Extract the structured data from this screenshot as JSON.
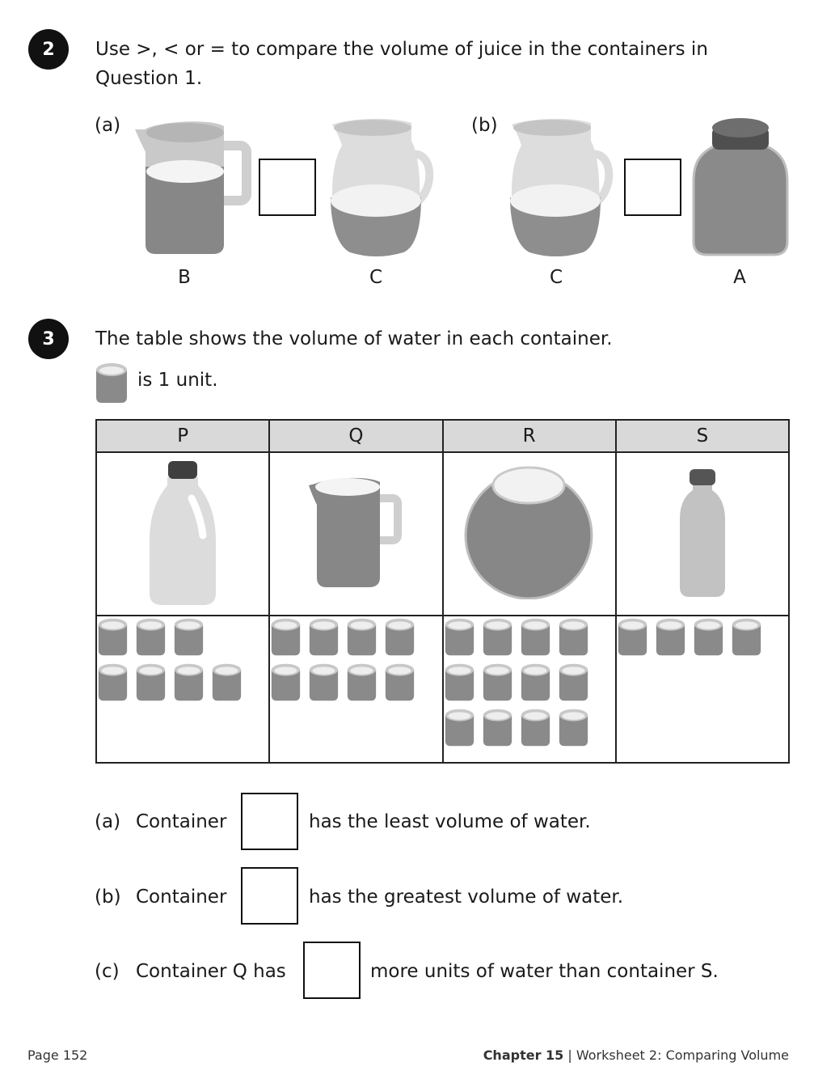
{
  "question2": {
    "number": "2",
    "text_line1": "Use >, < or = to compare the volume of juice in the containers in",
    "text_line2": "Question 1.",
    "part_a": {
      "label": "(a)",
      "left": "B",
      "right": "C"
    },
    "part_b": {
      "label": "(b)",
      "left": "C",
      "right": "A"
    }
  },
  "question3": {
    "number": "3",
    "intro": "The table shows the volume of water in each container.",
    "unit_text": "is 1 unit.",
    "table": {
      "headers": [
        "P",
        "Q",
        "R",
        "S"
      ],
      "unit_counts": [
        7,
        8,
        12,
        4
      ]
    },
    "part_a": {
      "label": "(a)",
      "before": "Container",
      "after": "has the least volume of water."
    },
    "part_b": {
      "label": "(b)",
      "before": "Container",
      "after": "has the greatest volume of water."
    },
    "part_c": {
      "label": "(c)",
      "before": "Container Q has",
      "after": "more units of water than container S."
    }
  },
  "footer": {
    "page": "Page 152",
    "chapter": "Chapter 15",
    "separator": "|",
    "worksheet": "Worksheet 2: Comparing Volume"
  }
}
